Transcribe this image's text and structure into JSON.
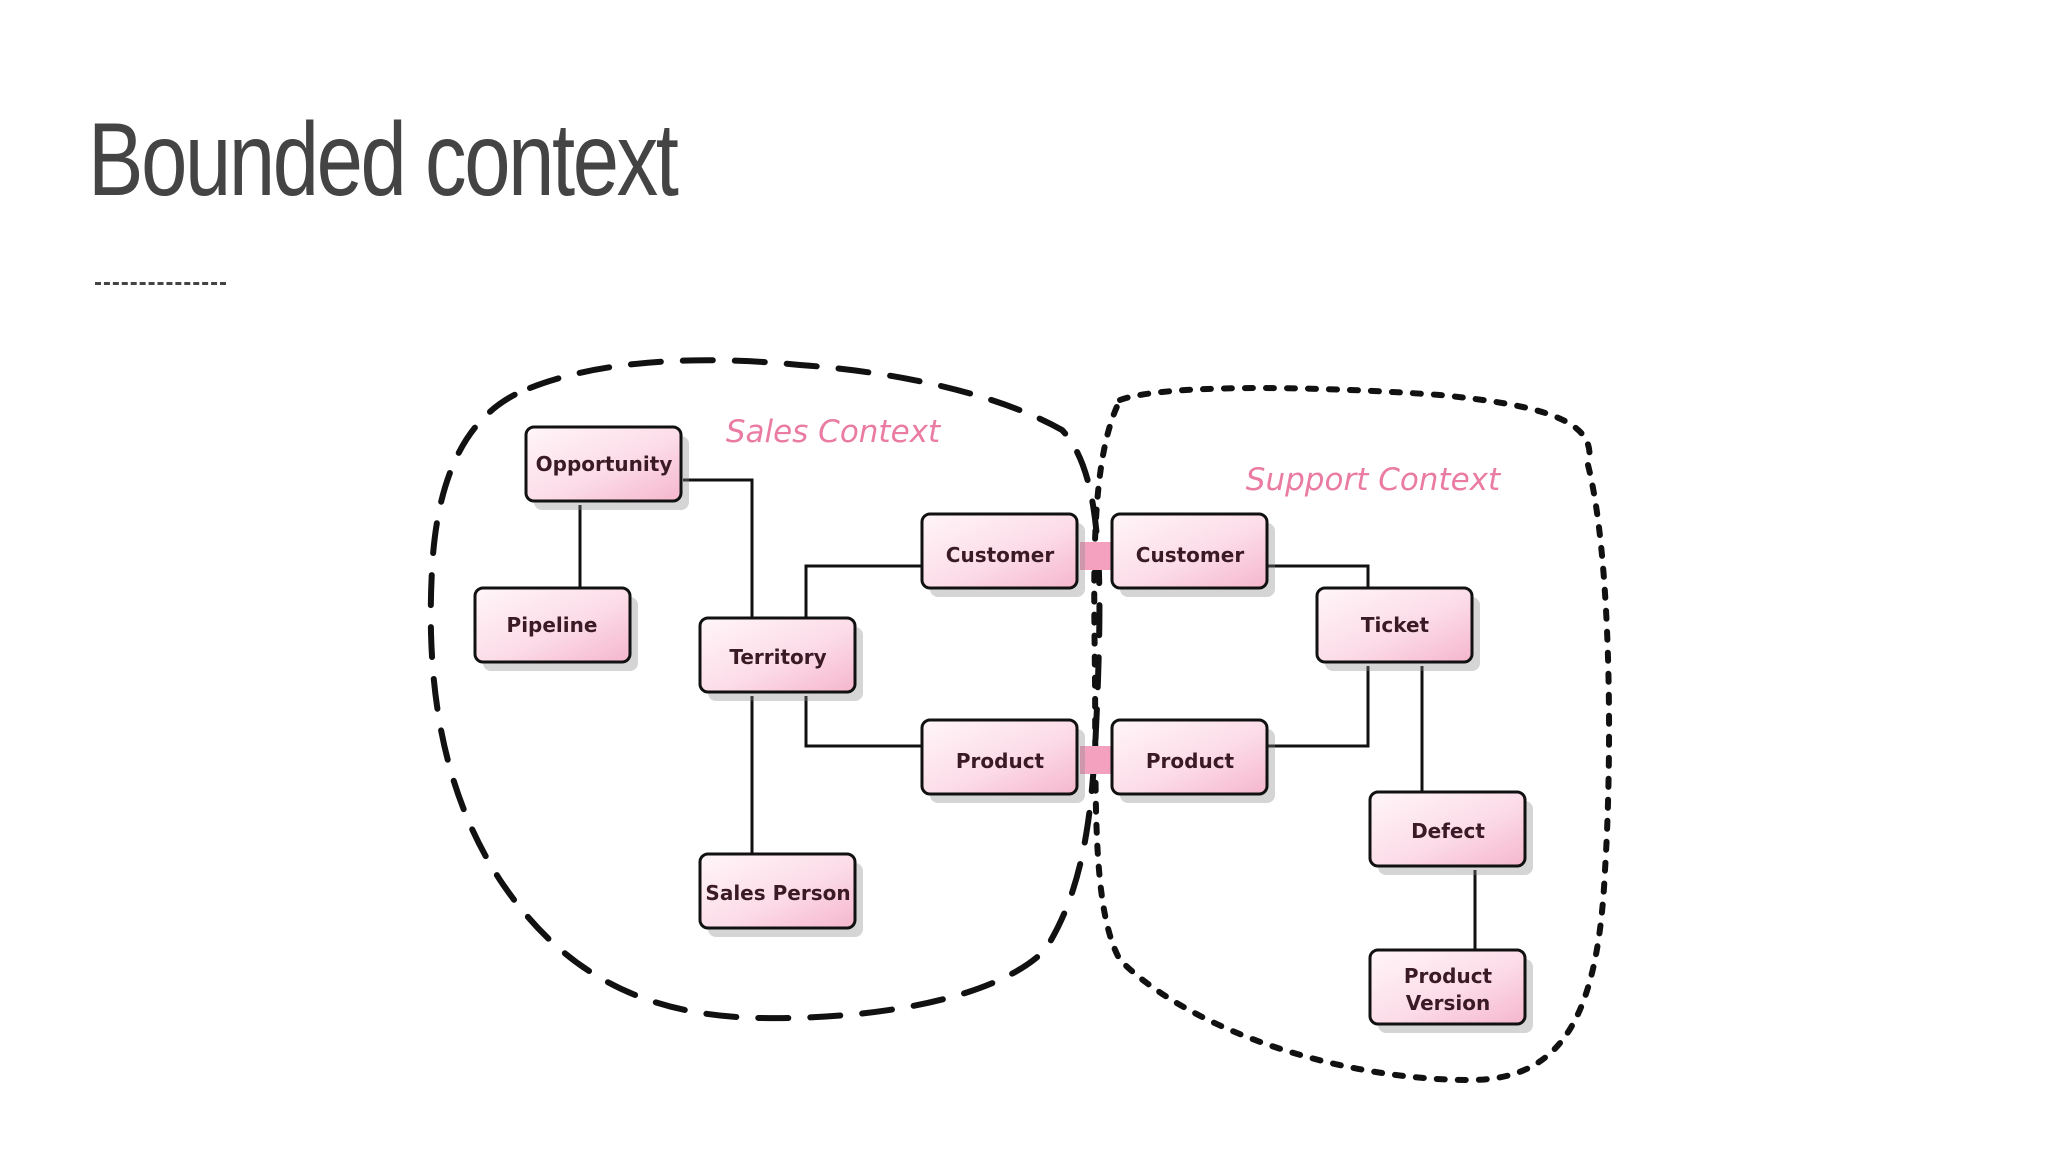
{
  "slide": {
    "title": "Bounded context"
  },
  "diagram": {
    "contexts": {
      "sales": "Sales Context",
      "support": "Support Context"
    },
    "entities": {
      "opportunity": "Opportunity",
      "pipeline": "Pipeline",
      "territory": "Territory",
      "sales_customer": "Customer",
      "sales_product": "Product",
      "sales_person": "Sales Person",
      "support_customer": "Customer",
      "support_product": "Product",
      "ticket": "Ticket",
      "defect": "Defect",
      "product_version_line1": "Product",
      "product_version_line2": "Version"
    },
    "colors": {
      "box_fill_top": "#fff4f8",
      "box_fill_bottom": "#f7c2d6",
      "context_label": "#ea7ba3",
      "link_bridge": "#f4a0bf",
      "outline": "#111111"
    }
  }
}
